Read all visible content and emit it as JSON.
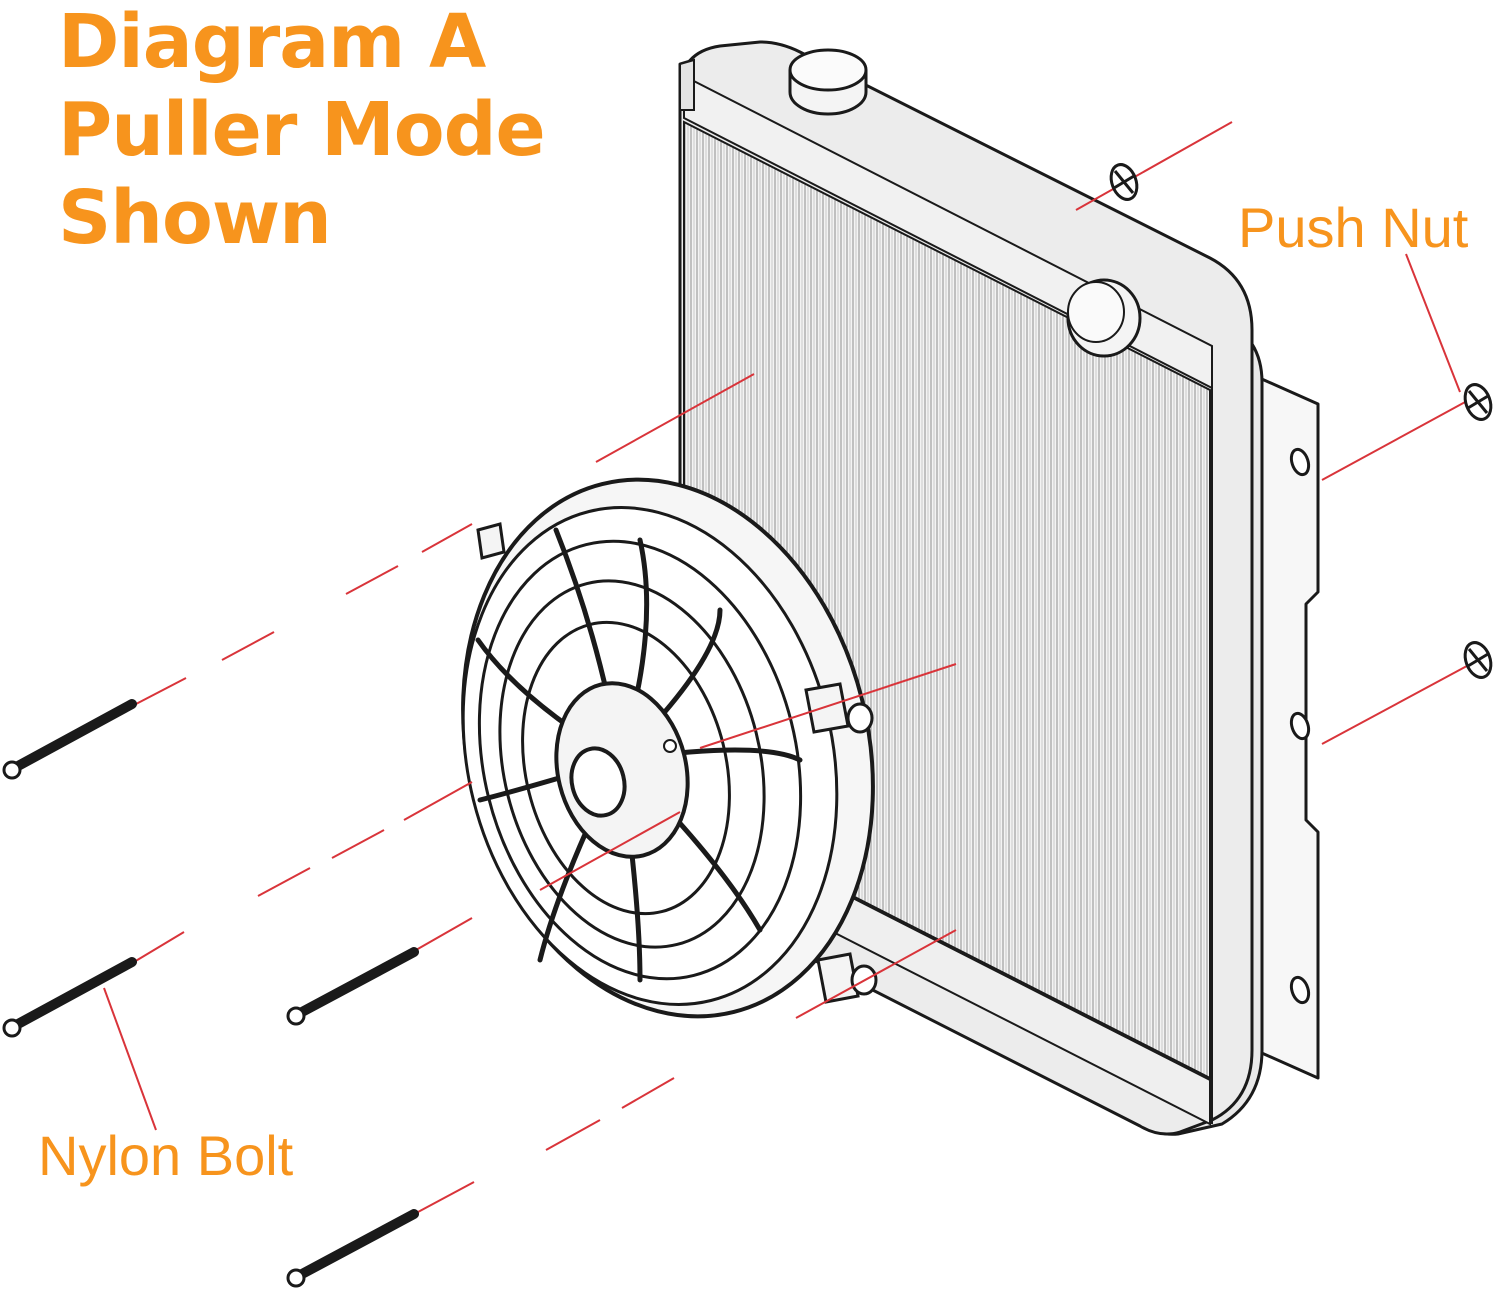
{
  "title": {
    "line1": "Diagram A",
    "line2": "Puller Mode",
    "line3": "Shown"
  },
  "labels": {
    "push_nut": "Push Nut",
    "nylon_bolt": "Nylon Bolt"
  },
  "colors": {
    "accent_orange": "#f7941d",
    "guide_red": "#d9343a",
    "line_dark": "#1a1a1a",
    "panel_fill": "#ededed"
  }
}
